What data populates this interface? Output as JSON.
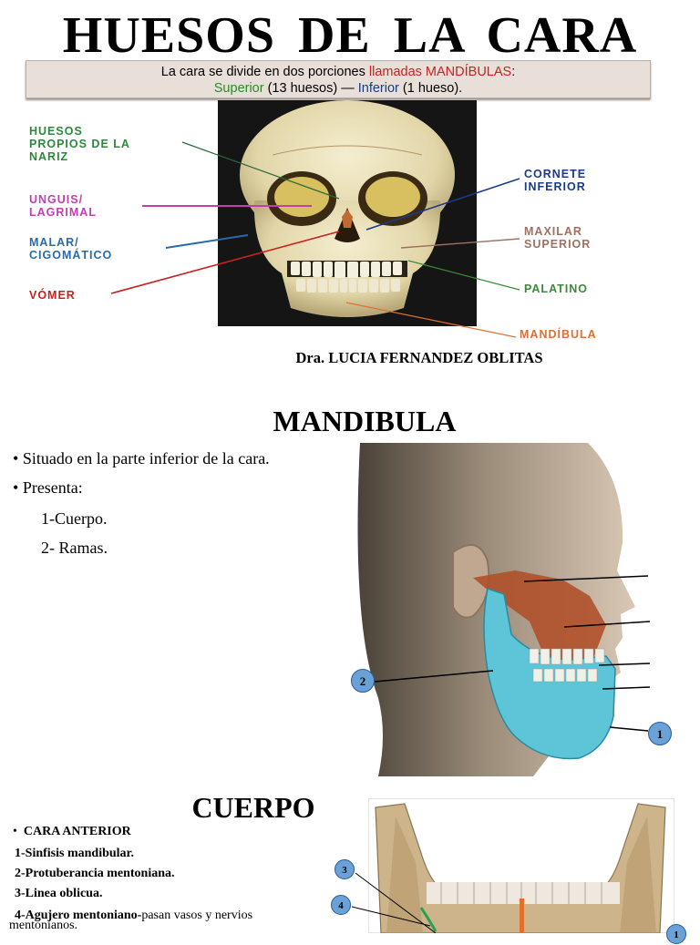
{
  "slide1": {
    "title": "HUESOS  DE  LA  CARA",
    "banner": {
      "line1_a": "La cara se divide en dos porciones ",
      "line1_b": "llamadas MANDÍBULAS",
      "line1_c": ":",
      "line2_a": "Superior",
      "line2_b": " (13 huesos) — ",
      "line2_c": "Inferior",
      "line2_d": " (1 hueso)."
    },
    "labels": {
      "nasal": "HUESOS\nPROPIOS DE LA\nNARIZ",
      "unguis": "UNGUIS/\nLAGRIMAL",
      "malar": "MALAR/\nCIGOMÁTICO",
      "vomer": "VÓMER",
      "cornete": "CORNETE\nINFERIOR",
      "maxilar": "MAXILAR\nSUPERIOR",
      "palatino": "PALATINO",
      "mandibula": "MANDÍBULA"
    },
    "colors": {
      "nasal": "#2a8a3a",
      "unguis": "#c040b0",
      "malar": "#2a6aaa",
      "vomer": "#cc2020",
      "cornete": "#1a3a8a",
      "maxilar": "#a07060",
      "palatino": "#3a8a3a",
      "mandibula": "#e07030"
    },
    "author": "Dra. LUCIA FERNANDEZ OBLITAS"
  },
  "slide2": {
    "title": "MANDIBULA",
    "bullet1": "Situado en la parte inferior de la cara.",
    "bullet2": "Presenta:",
    "item1": "1-Cuerpo.",
    "item2": "2- Ramas.",
    "callout_1": "1",
    "callout_2": "2"
  },
  "slide3": {
    "title": "CUERPO",
    "section": "CARA ANTERIOR",
    "item1": "1-Sinfisis mandibular.",
    "item2": "2-Protuberancia mentoniana.",
    "item3": "3-Linea oblicua.",
    "item4_bold": "4-Agujero mentoniano-",
    "item4_rest": "pasan vasos y nervios",
    "item4_cont": "mentonianos.",
    "callout_3": "3",
    "callout_4": "4",
    "callout_1": "1"
  }
}
